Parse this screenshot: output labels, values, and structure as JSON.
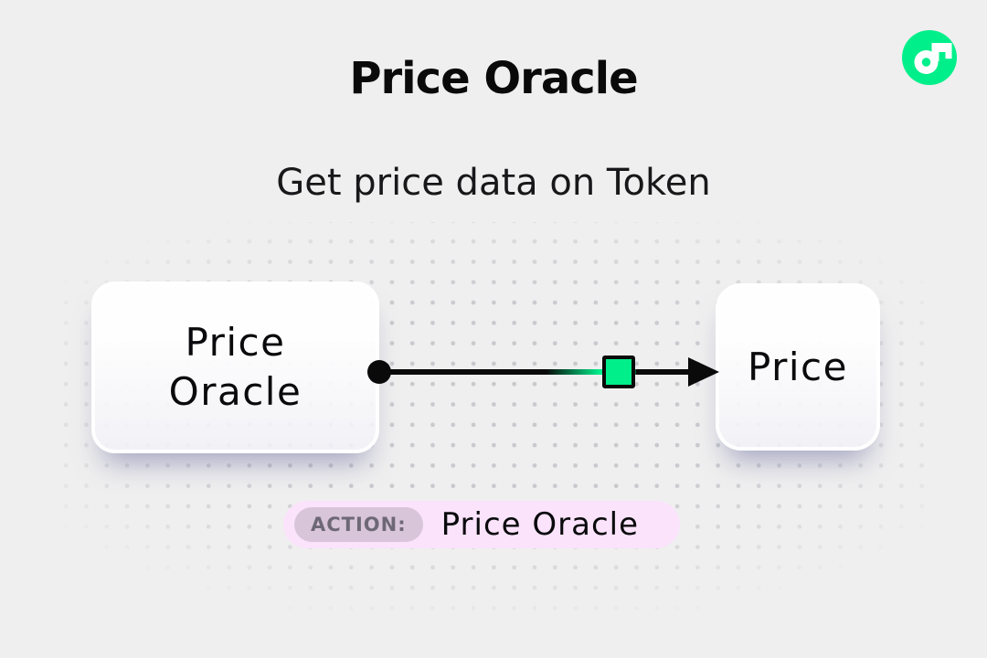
{
  "page": {
    "title": "Price Oracle",
    "subtitle": "Get price data on Token"
  },
  "logo": {
    "name": "flow-logo",
    "brand_green": "#00EF8B"
  },
  "diagram": {
    "source_node": {
      "label": "Price\nOracle"
    },
    "target_node": {
      "label": "Price"
    },
    "edge": {
      "style": "solid-black-arrow",
      "marker_color": "#00EF8B",
      "line_color": "#0A0A0A"
    }
  },
  "action_bar": {
    "badge_label": "ACTION:",
    "action_name": "Price Oracle",
    "pill_color": "#FAE3FB",
    "badge_color": "#D8C5DA"
  },
  "background": {
    "base_color": "#EFEFEF",
    "dot_color": "#C9C9CE"
  }
}
